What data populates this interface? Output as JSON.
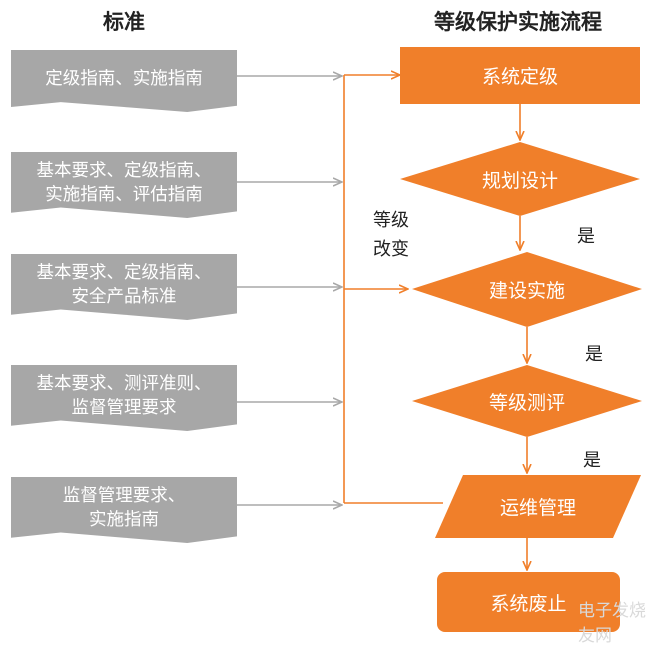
{
  "headings": {
    "standards": "标准",
    "process": "等级保护实施流程"
  },
  "standards": [
    [
      "定级指南、实施指南"
    ],
    [
      "基本要求、定级指南、",
      "实施指南、评估指南"
    ],
    [
      "基本要求、定级指南、",
      "安全产品标准"
    ],
    [
      "基本要求、测评准则、",
      "监督管理要求"
    ],
    [
      "监督管理要求、",
      "实施指南"
    ]
  ],
  "process": {
    "n1": "系统定级",
    "n2": "规划设计",
    "n3": "建设实施",
    "n4": "等级测评",
    "n5": "运维管理",
    "n6": "系统废止"
  },
  "edge_labels": {
    "yes": "是",
    "grade_change_1": "等级",
    "grade_change_2": "改变"
  },
  "watermark": "电子发烧友网",
  "colors": {
    "orange": "#f07f2a",
    "gray_box": "#a7a7a7",
    "gray_arrow": "#a8a8a8"
  }
}
